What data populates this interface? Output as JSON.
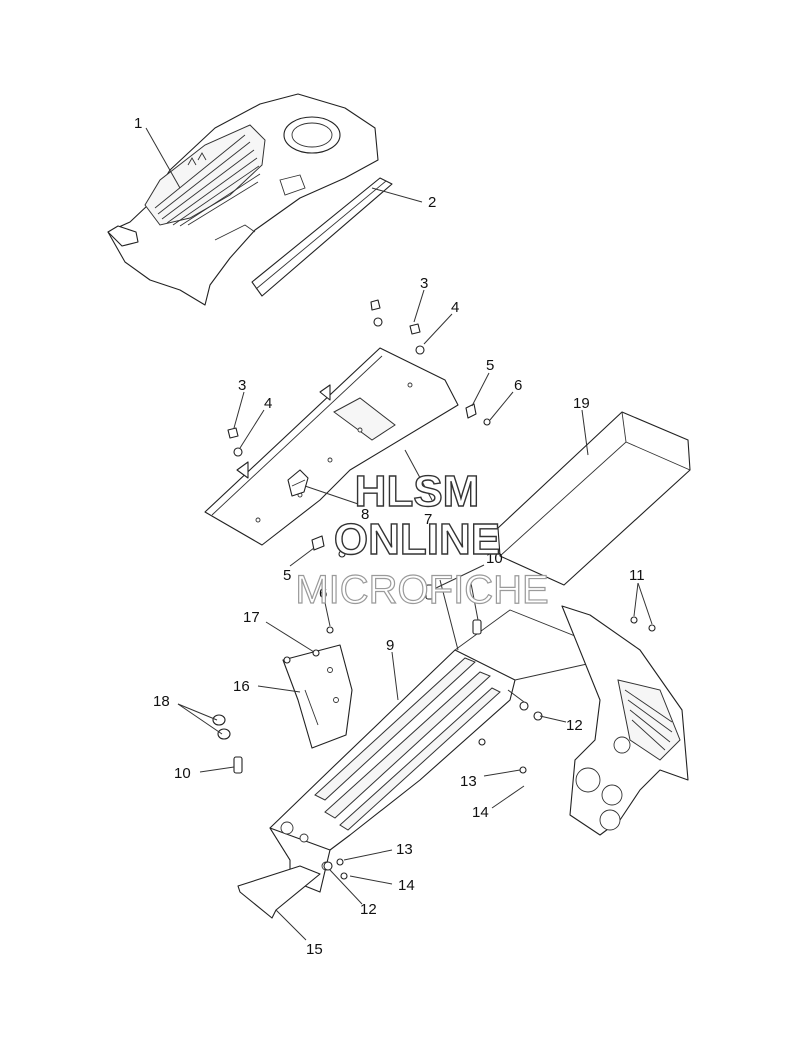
{
  "watermark": {
    "line1": "HLSM",
    "line2": "ONLINE",
    "line3": "MICROFICHE"
  },
  "callouts": [
    {
      "id": "c1",
      "label": "1"
    },
    {
      "id": "c2",
      "label": "2"
    },
    {
      "id": "c3a",
      "label": "3"
    },
    {
      "id": "c4a",
      "label": "4"
    },
    {
      "id": "c5a",
      "label": "5"
    },
    {
      "id": "c6a",
      "label": "6"
    },
    {
      "id": "c19",
      "label": "19"
    },
    {
      "id": "c3b",
      "label": "3"
    },
    {
      "id": "c4b",
      "label": "4"
    },
    {
      "id": "c8",
      "label": "8"
    },
    {
      "id": "c7",
      "label": "7"
    },
    {
      "id": "c5b",
      "label": "5"
    },
    {
      "id": "c10a",
      "label": "10"
    },
    {
      "id": "c6b",
      "label": "6"
    },
    {
      "id": "c11",
      "label": "11"
    },
    {
      "id": "c17",
      "label": "17"
    },
    {
      "id": "c9",
      "label": "9"
    },
    {
      "id": "c16",
      "label": "16"
    },
    {
      "id": "c18",
      "label": "18"
    },
    {
      "id": "c12a",
      "label": "12"
    },
    {
      "id": "c10b",
      "label": "10"
    },
    {
      "id": "c13a",
      "label": "13"
    },
    {
      "id": "c14a",
      "label": "14"
    },
    {
      "id": "c13b",
      "label": "13"
    },
    {
      "id": "c14b",
      "label": "14"
    },
    {
      "id": "c12b",
      "label": "12"
    },
    {
      "id": "c15",
      "label": "15"
    }
  ]
}
